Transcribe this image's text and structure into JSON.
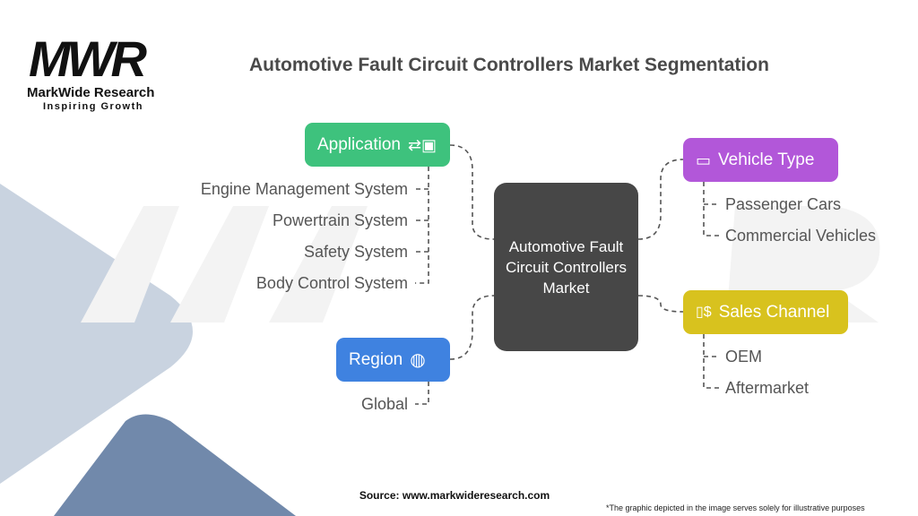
{
  "logo": {
    "mark": "MWR",
    "name": "MarkWide Research",
    "tagline": "Inspiring Growth"
  },
  "title": "Automotive Fault Circuit Controllers Market Segmentation",
  "center": "Automotive Fault Circuit Controllers Market",
  "segments": {
    "application": {
      "label": "Application",
      "icon": "app-devices-icon",
      "color": "#3ec27d",
      "items": [
        "Engine Management System",
        "Powertrain System",
        "Safety System",
        "Body Control System"
      ]
    },
    "region": {
      "label": "Region",
      "icon": "globe-icon",
      "color": "#3f82e0",
      "items": [
        "Global"
      ]
    },
    "vehicle_type": {
      "label": "Vehicle Type",
      "icon": "car-icon",
      "color": "#b257d9",
      "items": [
        "Passenger Cars",
        "Commercial Vehicles"
      ]
    },
    "sales_channel": {
      "label": "Sales Channel",
      "icon": "sales-exchange-icon",
      "color": "#d8c21e",
      "items": [
        "OEM",
        "Aftermarket"
      ]
    }
  },
  "footer": {
    "source": "Source: www.markwideresearch.com",
    "note": "*The graphic depicted in the image serves solely for illustrative purposes"
  }
}
